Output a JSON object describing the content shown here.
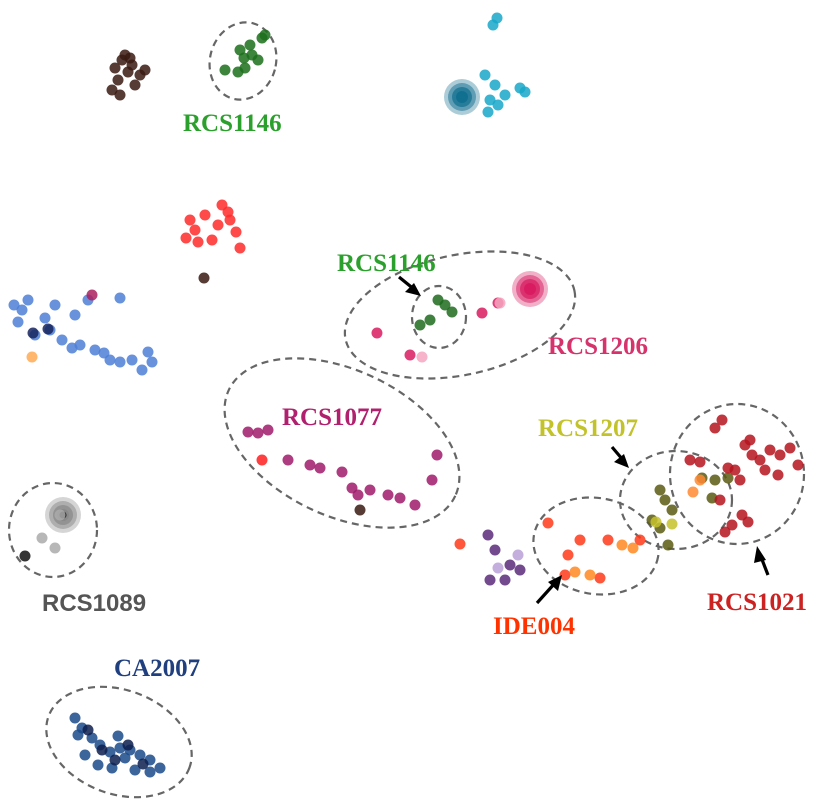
{
  "chart_data": {
    "type": "scatter",
    "title": "",
    "xlabel": "",
    "ylabel": "",
    "grid": false,
    "legend": "none",
    "colors": {
      "RCS1146": "#2ca02c",
      "RCS1206": "#d6336c",
      "RCS1077": "#b0206e",
      "RCS1207": "#c2c22a",
      "RCS1021": "#cc2222",
      "IDE004": "#ff3300",
      "RCS1089": "#555555",
      "CA2007": "#1f3f7f"
    },
    "annotations": [
      {
        "id": "rcs1146-top",
        "text": "RCS1146",
        "color": "#2ca02c"
      },
      {
        "id": "rcs1146-mid",
        "text": "RCS1146",
        "color": "#2ca02c"
      },
      {
        "id": "rcs1206",
        "text": "RCS1206",
        "color": "#d6336c"
      },
      {
        "id": "rcs1077",
        "text": "RCS1077",
        "color": "#b0206e"
      },
      {
        "id": "rcs1207",
        "text": "RCS1207",
        "color": "#c2c22a"
      },
      {
        "id": "rcs1021",
        "text": "RCS1021",
        "color": "#cc2222"
      },
      {
        "id": "ide004",
        "text": "IDE004",
        "color": "#ff3300"
      },
      {
        "id": "rcs1089",
        "text": "RCS1089",
        "color": "#555555"
      },
      {
        "id": "ca2007",
        "text": "CA2007",
        "color": "#1f3f7f"
      }
    ],
    "series": [
      {
        "color": "#3a1a12",
        "points": [
          [
            115,
            68
          ],
          [
            122,
            60
          ],
          [
            128,
            72
          ],
          [
            118,
            80
          ],
          [
            132,
            65
          ],
          [
            140,
            75
          ],
          [
            125,
            55
          ],
          [
            135,
            85
          ],
          [
            112,
            90
          ],
          [
            145,
            70
          ],
          [
            120,
            95
          ],
          [
            130,
            58
          ]
        ]
      },
      {
        "color": "#1b6e1b",
        "points": [
          [
            240,
            50
          ],
          [
            250,
            45
          ],
          [
            262,
            38
          ],
          [
            258,
            60
          ],
          [
            245,
            68
          ],
          [
            225,
            70
          ],
          [
            238,
            72
          ],
          [
            252,
            55
          ],
          [
            265,
            35
          ],
          [
            244,
            58
          ]
        ]
      },
      {
        "color": "#17a7c9",
        "points": [
          [
            493,
            25
          ],
          [
            497,
            18
          ],
          [
            485,
            75
          ],
          [
            495,
            85
          ],
          [
            490,
            100
          ],
          [
            505,
            95
          ],
          [
            520,
            88
          ],
          [
            525,
            92
          ],
          [
            488,
            112
          ],
          [
            498,
            105
          ]
        ]
      },
      {
        "color": "#ff2a2a",
        "points": [
          [
            190,
            220
          ],
          [
            195,
            230
          ],
          [
            205,
            215
          ],
          [
            212,
            240
          ],
          [
            222,
            205
          ],
          [
            230,
            220
          ],
          [
            236,
            232
          ],
          [
            240,
            248
          ],
          [
            198,
            242
          ],
          [
            228,
            212
          ],
          [
            218,
            225
          ],
          [
            186,
            238
          ]
        ]
      },
      {
        "color": "#3a1a12",
        "points": [
          [
            204,
            278
          ]
        ]
      },
      {
        "color": "#4d7fd6",
        "points": [
          [
            14,
            305
          ],
          [
            22,
            310
          ],
          [
            28,
            300
          ],
          [
            45,
            318
          ],
          [
            55,
            305
          ],
          [
            75,
            315
          ],
          [
            88,
            300
          ],
          [
            120,
            298
          ],
          [
            18,
            322
          ],
          [
            35,
            335
          ],
          [
            50,
            330
          ],
          [
            62,
            340
          ],
          [
            72,
            348
          ],
          [
            80,
            345
          ],
          [
            95,
            350
          ],
          [
            110,
            360
          ],
          [
            120,
            362
          ],
          [
            132,
            360
          ],
          [
            142,
            370
          ],
          [
            152,
            362
          ],
          [
            148,
            352
          ],
          [
            104,
            353
          ]
        ]
      },
      {
        "color": "#16245e",
        "points": [
          [
            33,
            333
          ],
          [
            48,
            329
          ]
        ]
      },
      {
        "color": "#aa1f5e",
        "points": [
          [
            92,
            295
          ]
        ]
      },
      {
        "color": "#ffaa55",
        "points": [
          [
            32,
            357
          ]
        ]
      },
      {
        "color": "#1f6b1f",
        "points": [
          [
            438,
            300
          ],
          [
            445,
            305
          ],
          [
            452,
            312
          ],
          [
            430,
            320
          ],
          [
            420,
            325
          ]
        ]
      },
      {
        "color": "#d81b60",
        "points": [
          [
            377,
            333
          ],
          [
            498,
            303
          ],
          [
            482,
            313
          ],
          [
            410,
            355
          ]
        ]
      },
      {
        "color": "#f4a6c0",
        "points": [
          [
            500,
            303
          ],
          [
            422,
            357
          ]
        ]
      },
      {
        "color": "#a01a6a",
        "points": [
          [
            248,
            432
          ],
          [
            258,
            433
          ],
          [
            268,
            430
          ],
          [
            288,
            460
          ],
          [
            310,
            465
          ],
          [
            320,
            468
          ],
          [
            342,
            472
          ],
          [
            352,
            488
          ],
          [
            358,
            495
          ],
          [
            370,
            490
          ],
          [
            388,
            495
          ],
          [
            400,
            498
          ],
          [
            415,
            505
          ],
          [
            432,
            480
          ],
          [
            437,
            455
          ]
        ]
      },
      {
        "color": "#ff1f1f",
        "points": [
          [
            262,
            460
          ]
        ]
      },
      {
        "color": "#3a1a12",
        "points": [
          [
            360,
            510
          ]
        ]
      },
      {
        "color": "#5c2a7a",
        "points": [
          [
            488,
            535
          ],
          [
            495,
            550
          ],
          [
            510,
            565
          ],
          [
            520,
            570
          ],
          [
            490,
            580
          ],
          [
            505,
            580
          ]
        ]
      },
      {
        "color": "#b9a0d8",
        "points": [
          [
            518,
            555
          ],
          [
            498,
            568
          ]
        ]
      },
      {
        "color": "#ff3a1a",
        "points": [
          [
            460,
            544
          ],
          [
            548,
            523
          ],
          [
            568,
            555
          ],
          [
            580,
            540
          ],
          [
            565,
            575
          ],
          [
            608,
            540
          ],
          [
            640,
            540
          ],
          [
            600,
            578
          ]
        ]
      },
      {
        "color": "#ff8822",
        "points": [
          [
            575,
            572
          ],
          [
            590,
            575
          ],
          [
            633,
            548
          ],
          [
            622,
            545
          ]
        ]
      },
      {
        "color": "#5a5a12",
        "points": [
          [
            660,
            490
          ],
          [
            665,
            500
          ],
          [
            672,
            510
          ],
          [
            652,
            520
          ],
          [
            660,
            528
          ],
          [
            668,
            545
          ],
          [
            702,
            478
          ],
          [
            715,
            480
          ],
          [
            712,
            498
          ],
          [
            728,
            478
          ]
        ]
      },
      {
        "color": "#c6c12a",
        "points": [
          [
            656,
            522
          ],
          [
            672,
            524
          ]
        ]
      },
      {
        "color": "#b5141e",
        "points": [
          [
            715,
            428
          ],
          [
            722,
            420
          ],
          [
            745,
            445
          ],
          [
            752,
            455
          ],
          [
            760,
            460
          ],
          [
            765,
            470
          ],
          [
            770,
            450
          ],
          [
            780,
            455
          ],
          [
            790,
            448
          ],
          [
            798,
            465
          ],
          [
            735,
            470
          ],
          [
            740,
            480
          ],
          [
            728,
            468
          ],
          [
            720,
            500
          ],
          [
            742,
            515
          ],
          [
            748,
            522
          ],
          [
            732,
            525
          ],
          [
            725,
            532
          ],
          [
            700,
            462
          ],
          [
            690,
            460
          ],
          [
            750,
            440
          ],
          [
            778,
            475
          ]
        ]
      },
      {
        "color": "#ff8833",
        "points": [
          [
            693,
            492
          ],
          [
            700,
            480
          ]
        ]
      },
      {
        "color": "#aaaaaa",
        "points": [
          [
            60,
            515
          ],
          [
            42,
            538
          ],
          [
            55,
            548
          ]
        ]
      },
      {
        "color": "#111111",
        "points": [
          [
            25,
            556
          ]
        ]
      },
      {
        "color": "#1a4a8a",
        "points": [
          [
            75,
            718
          ],
          [
            82,
            728
          ],
          [
            92,
            738
          ],
          [
            100,
            745
          ],
          [
            110,
            752
          ],
          [
            120,
            748
          ],
          [
            130,
            750
          ],
          [
            140,
            755
          ],
          [
            150,
            760
          ],
          [
            160,
            768
          ],
          [
            85,
            755
          ],
          [
            98,
            765
          ],
          [
            112,
            768
          ],
          [
            125,
            758
          ],
          [
            135,
            770
          ],
          [
            78,
            735
          ],
          [
            118,
            736
          ],
          [
            150,
            772
          ]
        ]
      },
      {
        "color": "#0d1f4f",
        "points": [
          [
            88,
            730
          ],
          [
            102,
            750
          ],
          [
            115,
            760
          ],
          [
            143,
            764
          ],
          [
            128,
            745
          ]
        ]
      }
    ],
    "blobs": [
      {
        "color": "#106e8f",
        "x": 462,
        "y": 97
      },
      {
        "color": "#d81b60",
        "x": 530,
        "y": 289
      },
      {
        "color": "#888888",
        "x": 63,
        "y": 515
      }
    ]
  }
}
